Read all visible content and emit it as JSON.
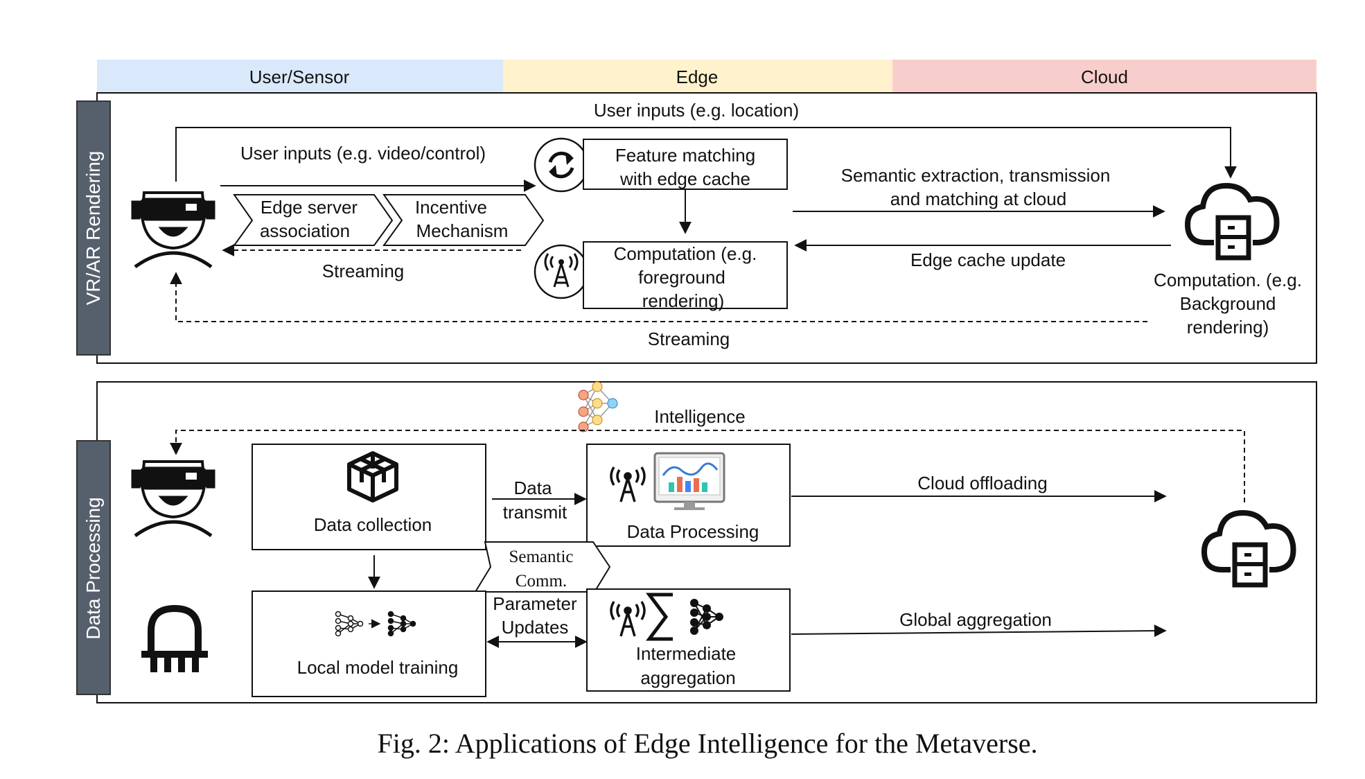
{
  "columns": {
    "user": {
      "label": "User/Sensor",
      "color": "#dae8fc"
    },
    "edge": {
      "label": "Edge",
      "color": "#fff2cc"
    },
    "cloud": {
      "label": "Cloud",
      "color": "#f8cecc"
    }
  },
  "colors": {
    "side_label_bg": "#56606d",
    "ink": "#111111"
  },
  "vr": {
    "side_label": "VR/AR Rendering",
    "top_arrow": "User inputs (e.g. location)",
    "user_inputs": "User inputs (e.g. video/control)",
    "chevron1": [
      "Edge server",
      "association"
    ],
    "chevron2": [
      "Incentive",
      "Mechanism"
    ],
    "streaming_edge": "Streaming",
    "feature_box": [
      "Feature matching",
      "with edge cache"
    ],
    "computation_box": [
      "Computation (e.g.",
      "foreground",
      "rendering)"
    ],
    "semantic": [
      "Semantic extraction, transmission",
      "and matching at cloud"
    ],
    "edge_cache": "Edge cache update",
    "cloud_computation": [
      "Computation. (e.g.",
      "Background",
      "rendering)"
    ],
    "streaming_cloud": "Streaming"
  },
  "dp": {
    "side_label": "Data Processing",
    "intelligence": "Intelligence",
    "data_collection": "Data collection",
    "data_transmit": [
      "Data",
      "transmit"
    ],
    "data_processing": "Data Processing",
    "semantic_comm": [
      "Semantic",
      "Comm."
    ],
    "cloud_offloading": "Cloud offloading",
    "parameter_updates": [
      "Parameter",
      "Updates"
    ],
    "local_training": "Local model training",
    "intermediate": [
      "Intermediate",
      "aggregation"
    ],
    "global_aggregation": "Global aggregation"
  },
  "caption": "Fig. 2: Applications of Edge Intelligence for the Metaverse.",
  "icons": [
    "vr-headset-icon",
    "refresh-icon",
    "antenna-icon",
    "cloud-server-icon",
    "cube-icon",
    "monitor-chart-icon",
    "sigma-icon",
    "neural-network-icon",
    "sensor-icon"
  ]
}
